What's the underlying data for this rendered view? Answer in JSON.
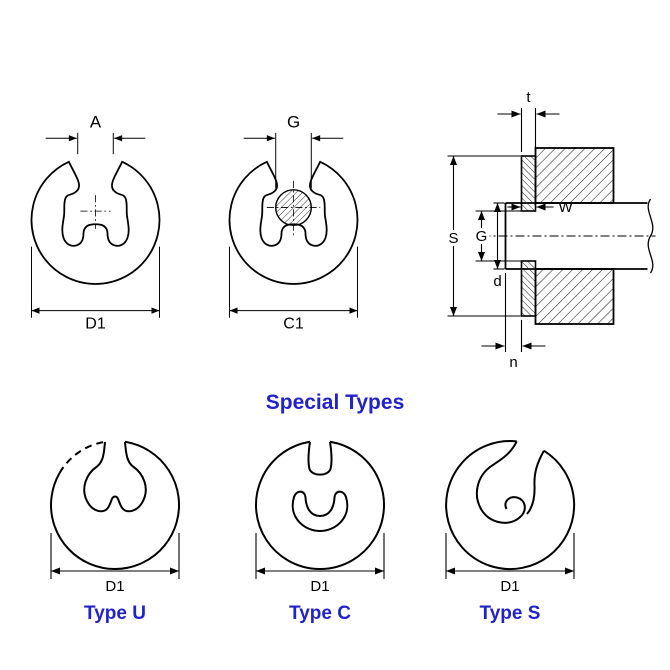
{
  "heading": {
    "special_types": "Special Types"
  },
  "views": {
    "front": {
      "dim_width_top": "A",
      "dim_outer_diameter": "D1"
    },
    "installed": {
      "dim_gap_top": "G",
      "dim_outer_diameter": "C1"
    },
    "section": {
      "dim_thickness": "t",
      "dim_height": "S",
      "dim_groove_dia": "G",
      "dim_width": "W",
      "dim_shaft_dia": "d",
      "dim_edge_margin": "n"
    }
  },
  "special_types": [
    {
      "label": "Type U",
      "dim": "D1"
    },
    {
      "label": "Type C",
      "dim": "D1"
    },
    {
      "label": "Type S",
      "dim": "D1"
    }
  ],
  "colors": {
    "label_blue": "#2222cc",
    "line_black": "#000000"
  }
}
